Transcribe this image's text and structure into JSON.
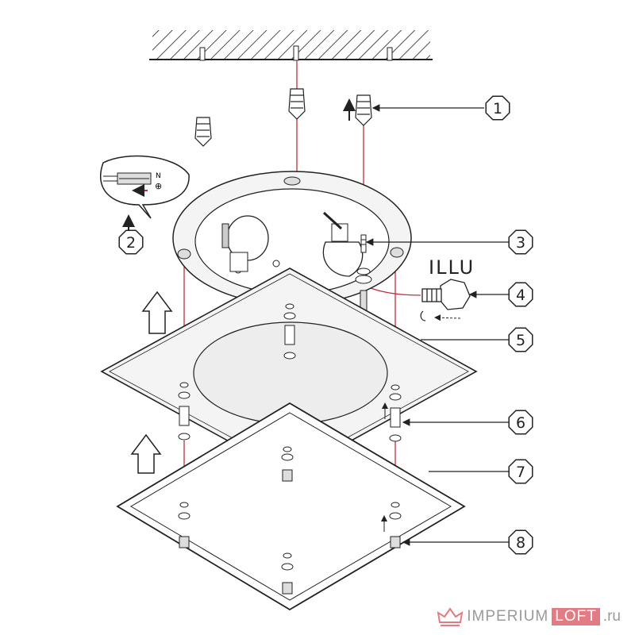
{
  "illu_label": "ILLU",
  "callouts": [
    {
      "num": "1"
    },
    {
      "num": "2"
    },
    {
      "num": "3"
    },
    {
      "num": "4"
    },
    {
      "num": "5"
    },
    {
      "num": "6"
    },
    {
      "num": "7"
    },
    {
      "num": "8"
    }
  ],
  "wiring_inset": {
    "n_label": "N",
    "ground_label": "⊕"
  },
  "watermark": {
    "brand_a": "IMPERIUM",
    "brand_b": "LOFT",
    "tld": ".ru"
  },
  "colors": {
    "line": "#222222",
    "guide": "#c0303a",
    "watermark_pink": "#e37b84",
    "watermark_gray": "#9a9a9a"
  }
}
